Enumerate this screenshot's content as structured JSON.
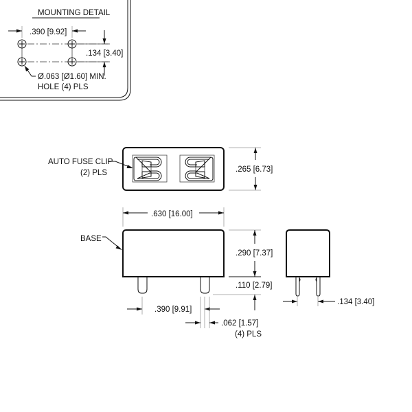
{
  "mounting_detail": {
    "title": "MOUNTING DETAIL",
    "horizontal_spacing": ".390 [9.92]",
    "vertical_spacing": ".134 [3.40]",
    "hole_note_line1": "Ø.063 [Ø1.60] MIN.",
    "hole_note_line2": "HOLE (4) PLS"
  },
  "top_view": {
    "callout_line1": "AUTO FUSE CLIP",
    "callout_line2": "(2) PLS",
    "height_dim": ".265 [6.73]"
  },
  "front_view": {
    "callout": "BASE",
    "width_dim": ".630 [16.00]",
    "height_dim": ".290 [7.37]",
    "pin_length_dim": ".110 [2.79]",
    "pin_spacing_dim": ".390 [9.91]",
    "pin_width_dim": ".062 [1.57]",
    "pin_width_note": "(4) PLS"
  },
  "side_view": {
    "pin_spacing_dim": ".134 [3.40]"
  }
}
